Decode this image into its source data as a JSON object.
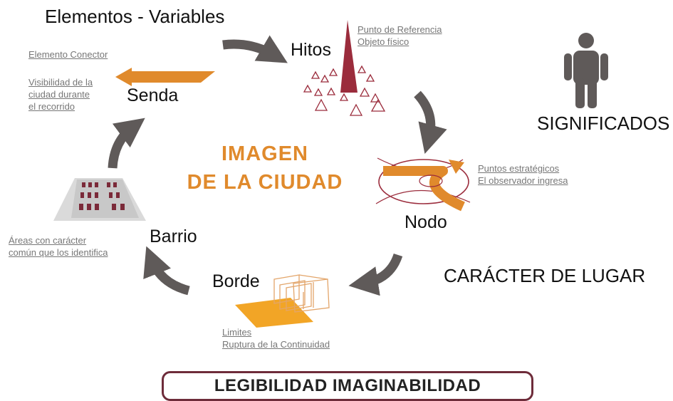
{
  "header": {
    "title": "Elementos - Variables"
  },
  "center": {
    "line1": "IMAGEN",
    "line2": "DE LA CIUDAD"
  },
  "elements": {
    "hitos": {
      "label": "Hitos",
      "note1": "Punto de Referencia",
      "note2": "Objeto físico"
    },
    "nodo": {
      "label": "Nodo",
      "note1": "Puntos estratégicos",
      "note2": "El observador ingresa"
    },
    "borde": {
      "label": "Borde",
      "note1": "Limites",
      "note2": "Ruptura de la Continuidad"
    },
    "barrio": {
      "label": "Barrio",
      "note1": "Áreas con carácter",
      "note2": "común que los identifica"
    },
    "senda": {
      "label": "Senda",
      "note0": "Elemento Conector",
      "note1": "Visibilidad de la",
      "note2": "ciudad durante",
      "note3": "el recorrido"
    }
  },
  "side": {
    "significados": "SIGNIFICADOS",
    "caracter": "CARÁCTER DE LUGAR"
  },
  "footer": {
    "label": "LEGIBILIDAD IMAGINABILIDAD"
  },
  "colors": {
    "accent": "#e08a2c",
    "maroon": "#9b2c3c",
    "arrow": "#5f5a59",
    "border_box": "#6e2c3a",
    "note": "#777777",
    "borde_plane": "#f2a526"
  },
  "icons": [
    "person-icon",
    "hitos-landmark-icon",
    "nodo-crossing-icon",
    "borde-wall-icon",
    "barrio-buildings-icon",
    "senda-arrow-icon"
  ]
}
